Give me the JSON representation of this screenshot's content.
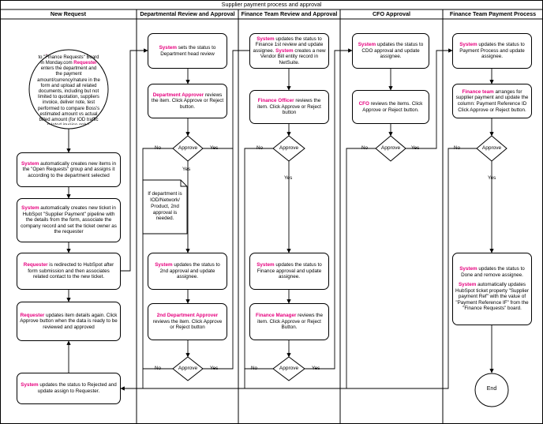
{
  "title": "Supplier payment process and approval",
  "lanes": [
    "New Request",
    "Departmental Review and Approval",
    "Finance Team Review and Approval",
    "CFO Approval",
    "Finance Team Payment Process"
  ],
  "nodes": {
    "nr1": {
      "role": "Requester",
      "text": " submits new form to \"Finance Requests\" Board in Monday.com ",
      "role2": "Requester",
      "text2": " enters the department and the payment amount/currency/nature in the form and upload all related documents, including but not limited to quotation, suppliers invoice, deliver note, test performed to compare Boss's estimated amount vs actual billed amount (for IOD traffic related invoice only)."
    },
    "nr2": {
      "role": "System",
      "text": " automatically creates new items in the \"Open Requests\" group and assigns it according to the department selected"
    },
    "nr3": {
      "role": "System",
      "text": " automatically creates new ticket in HubSpot \"Supplier Payment\" pipeline with the details from the form, associate the company record and set the ticket owner as the requester"
    },
    "nr4": {
      "role": "Requester",
      "text": " is redirected to HubSpot after form submission and then associates related contact to the new ticket."
    },
    "nr5": {
      "role": "Requester",
      "text": " updates item details again. Click Approve button when the data is ready to be reviewed and approved"
    },
    "nr6": {
      "role": "System",
      "text": " updates the status to Rejected and update assign to Requester."
    },
    "d1": {
      "role": "System",
      "text": " sets the status to Department head review"
    },
    "d2": {
      "role": "Department Approver",
      "text": " reviews the item. Click Approve or Reject button."
    },
    "d3": {
      "role": "System",
      "text": " updates the status to 2nd approval and update assignee."
    },
    "d4": {
      "role": "2nd Department Approver",
      "text": " reviews the item. Click Approve or Reject button"
    },
    "f1": {
      "role": "System",
      "text": " updates the status to Finance 1st review and update assignee.",
      "role2": "System",
      "text2": " creates a new Vendor Bill entity record in NetSuite."
    },
    "f2": {
      "role": "Finance Officer",
      "text": " reviews the item. Click Approve or Reject button"
    },
    "f3": {
      "role": "System",
      "text": " updates the status to Finance approval and update assignee."
    },
    "f4": {
      "role": "Finance Manager",
      "text": " reviews the item. Click Approve or Reject Button."
    },
    "c1": {
      "role": "System",
      "text": " updates the status to CDO approval and update assignee."
    },
    "c2": {
      "role": "CFO",
      "text": " reviews the items. Click Approve or Reject button."
    },
    "p1": {
      "role": "System",
      "text": " updates the status to Payment Process and update assignee."
    },
    "p2": {
      "role": "Finance team",
      "text": " arranges for supplier payment and update the column: Payment Reference ID Click Approve or Reject button."
    },
    "p3": {
      "role": "System",
      "text": " updates the status to Done and remove assignee.",
      "role2": "System",
      "text2": " automatically updates HubSpot ticket property \"Supplier payment Ref\" with the value of \"Payment Reference IF\" from the \"Finance Requests\" board."
    }
  },
  "decision_label": "Approve",
  "yes_label": "Yes",
  "no_label": "No",
  "note": "If department is IOD/Network/ Product, 2nd approval is needed.",
  "end_label": "End"
}
